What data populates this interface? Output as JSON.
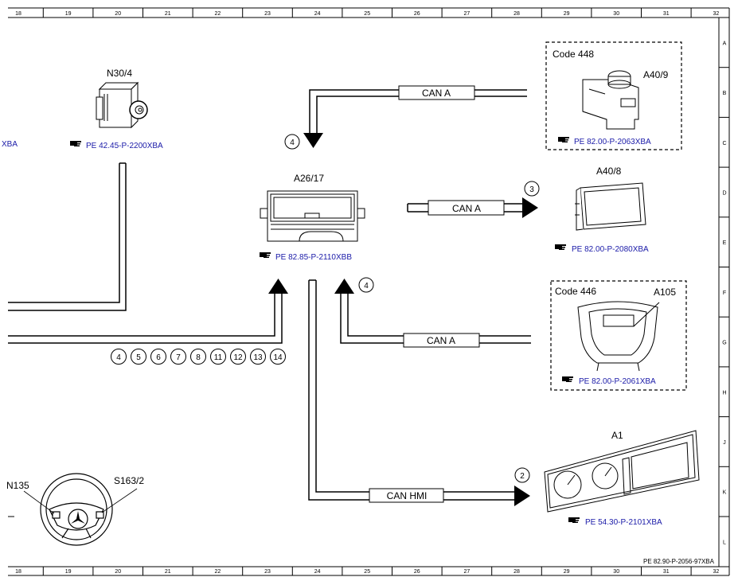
{
  "document_ref": "PE 82.90-P-2056-97XBA",
  "grid": {
    "columns": [
      "18",
      "19",
      "20",
      "21",
      "22",
      "23",
      "24",
      "25",
      "26",
      "27",
      "28",
      "29",
      "30",
      "31",
      "32"
    ],
    "rows": [
      "A",
      "B",
      "C",
      "D",
      "E",
      "F",
      "G",
      "H",
      "J",
      "K",
      "L"
    ]
  },
  "components": {
    "n30_4": {
      "label": "N30/4",
      "ref": "PE 42.45-P-2200XBA"
    },
    "a26_17": {
      "label": "A26/17",
      "ref": "PE 82.85-P-2110XBB"
    },
    "a40_9": {
      "code": "Code 448",
      "label": "A40/9",
      "ref": "PE 82.00-P-2063XBA"
    },
    "a40_8": {
      "label": "A40/8",
      "ref": "PE 82.00-P-2080XBA"
    },
    "a105": {
      "code": "Code 446",
      "label": "A105",
      "ref": "PE 82.00-P-2061XBA"
    },
    "a1": {
      "label": "A1",
      "ref": "PE 54.30-P-2101XBA"
    },
    "steering": {
      "label_left": "N135",
      "label_right": "S163/2"
    },
    "left_ref_fragment": "XBA"
  },
  "buses": {
    "can_a_top": "CAN A",
    "can_a_mid": "CAN A",
    "can_a_low": "CAN A",
    "can_hmi": "CAN HMI"
  },
  "markers": {
    "top": "4",
    "a40_8": "3",
    "a105": "4",
    "a1": "2",
    "row": [
      "4",
      "5",
      "6",
      "7",
      "8",
      "11",
      "12",
      "13",
      "14"
    ]
  },
  "ref_icon": "pointing-hand-icon"
}
